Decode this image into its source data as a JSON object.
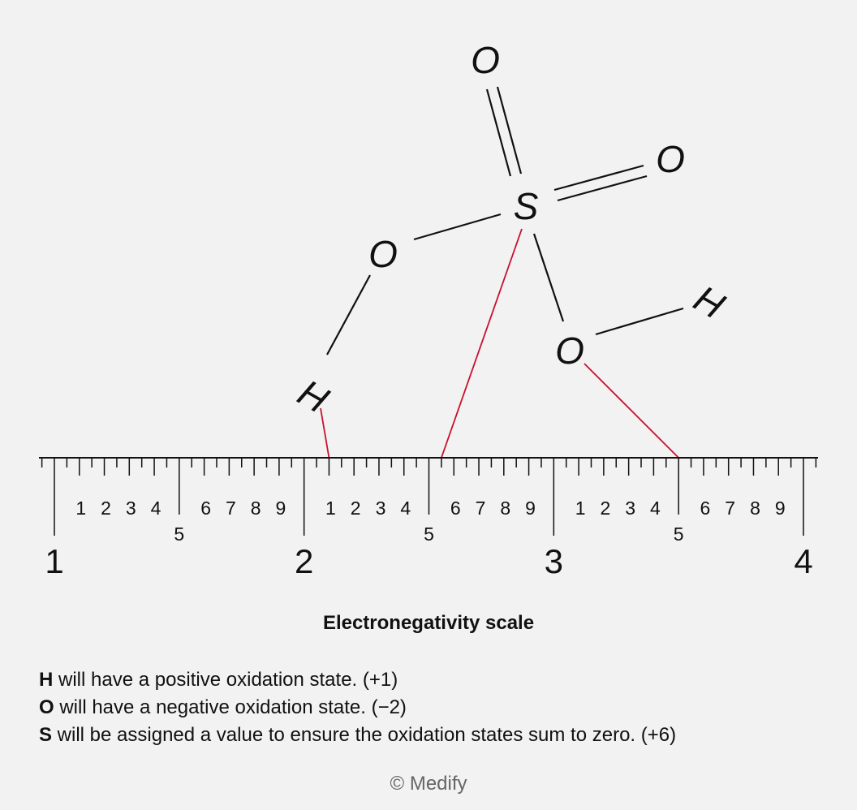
{
  "molecule": {
    "atoms": {
      "o_top": "O",
      "o_right": "O",
      "s": "S",
      "o_left": "O",
      "h_left": "H",
      "o_bottom": "O",
      "h_right": "H"
    }
  },
  "scale": {
    "min": 1,
    "max": 4,
    "major_labels": [
      "1",
      "2",
      "3",
      "4"
    ],
    "minor_labels": [
      "1",
      "2",
      "3",
      "4",
      "5",
      "6",
      "7",
      "8",
      "9"
    ],
    "title": "Electronegativity scale"
  },
  "links": [
    {
      "atom": "H",
      "value": 2.1
    },
    {
      "atom": "S",
      "value": 2.55
    },
    {
      "atom": "O",
      "value": 3.5
    }
  ],
  "notes": [
    {
      "atom": "H",
      "text": " will have a positive oxidation state. (+1)"
    },
    {
      "atom": "O",
      "text": " will have a negative oxidation state. (−2)"
    },
    {
      "atom": "S",
      "text": " will be assigned a value to ensure the oxidation states sum to zero. (+6)"
    }
  ],
  "footer": {
    "copyright": "© Medify"
  },
  "colors": {
    "link": "#c8102e",
    "background": "#f2f2f2",
    "ink": "#111111"
  }
}
